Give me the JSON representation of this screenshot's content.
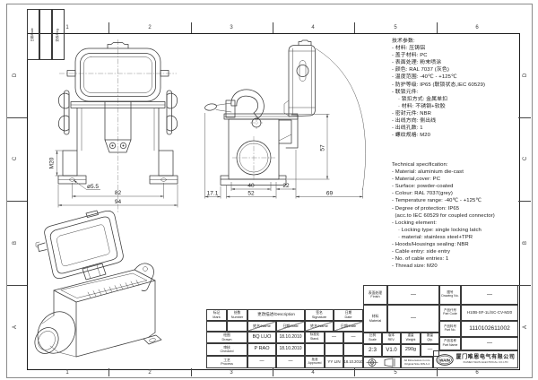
{
  "frame": {
    "cols": [
      "1",
      "2",
      "3",
      "4",
      "5",
      "6"
    ],
    "rows": [
      "D",
      "C",
      "B",
      "A"
    ]
  },
  "corner_box": {
    "col1": "日期/Date",
    "col3": "更改/Reg."
  },
  "views": {
    "front": {
      "dim_m20": "M20",
      "dim_dia": "ø5.5",
      "dim_82": "82",
      "dim_94": "94"
    },
    "side": {
      "dim_17_1": "17.1",
      "dim_40": "40",
      "dim_52": "52",
      "dim_22": "22",
      "dim_69": "69",
      "dim_57": "57"
    }
  },
  "spec_cn": {
    "lines": [
      "技术参数:",
      "- 材料: 压铸铝",
      "- 盖子材料: PC",
      "- 表面处理: 粉末喷涂",
      "- 颜色: RAL 7037 (灰色)",
      "- 温度范围: -40℃ - +125℃",
      "- 防护等级: IP65 (联锁状态,IEC 60529)",
      "- 联锁元件:",
      "    · 锁扣方式: 金属单扣",
      "    · 材料: 不锈钢+软胶",
      "- 密封元件: NBR",
      "- 出线方向: 侧出线",
      "- 出线孔数: 1",
      "- 螺纹规格: M20"
    ]
  },
  "spec_en": {
    "lines": [
      "Technical specification:",
      "- Material: aluminium die-cast",
      "- Material,cover: PC",
      "- Surface: powder-coated",
      "- Colour: RAL 7037(grey)",
      "- Temperature range: -40℃ - +125℃",
      "- Degree of protection: IP65",
      "  (acc.to IEC 60529 for coupled connector)",
      "- Locking element:",
      "    · Locking type: single locking latch",
      "    · material: stainless steel+TPR",
      "- Hoods/Housings sealing: NBR",
      "- Cable entry: side entry",
      "- No. of cable entries: 1",
      "- Thread size: M20"
    ]
  },
  "title_block": {
    "mark": {
      "cn": "标记",
      "en": "Mark"
    },
    "number": {
      "cn": "处数",
      "en": "Number"
    },
    "description_label": "更改描述/Description",
    "signature": {
      "cn": "签名",
      "en": "Signature"
    },
    "date": {
      "cn": "日期",
      "en": "Date"
    },
    "name_header": "姓名/Name",
    "date_header": "日期/Date",
    "drawn": {
      "cn": "绘图",
      "en": "Drawn",
      "name": "BQ LUO",
      "date": "18.10.2010"
    },
    "checked": {
      "cn": "审核",
      "en": "Checked",
      "name": "P RAO",
      "date": "18.10.2010"
    },
    "process": {
      "cn": "工艺",
      "en": "Process",
      "name": "—",
      "date": "—"
    },
    "standardized": {
      "cn": "标准化",
      "en": "Stand.",
      "name": "—",
      "date": "—"
    },
    "approved": {
      "cn": "批准",
      "en": "Approved",
      "name": "YY LIN",
      "date": "18.10.2010"
    },
    "finish": {
      "cn": "表面处理",
      "en": "Finish",
      "value": "—"
    },
    "material": {
      "cn": "材料",
      "en": "Material",
      "value": "—"
    },
    "scale": {
      "cn": "比例",
      "en": "Scale",
      "value": "2:3"
    },
    "rev": {
      "cn": "版本",
      "en": "REV.",
      "value": "V1.0"
    },
    "weight": {
      "cn": "重量",
      "en": "Weight",
      "value": "290g"
    },
    "qty": {
      "cn": "数量",
      "en": "Qty.",
      "value": "—"
    },
    "drawing_no": {
      "cn": "图号",
      "en": "Drawing No.",
      "value": "—"
    },
    "part_code": {
      "cn": "产品代号",
      "en": "Part Code",
      "value": "H10B-SF-1L/SC-CV-M20"
    },
    "part_no": {
      "cn": "产品料号",
      "en": "Part No.",
      "value": "1110102611002"
    },
    "part_name": {
      "cn": "产品名称",
      "en": "Part Name",
      "value": "—"
    },
    "notes": {
      "line1": "All Dimensions in mm",
      "line2": "Original Size DIN A 4"
    },
    "company": {
      "logo": "WAIN",
      "cn": "厦门唯恩电气有限公司",
      "en": "XIAMEN WAIN ELECTRICAL CO.LTD"
    }
  }
}
